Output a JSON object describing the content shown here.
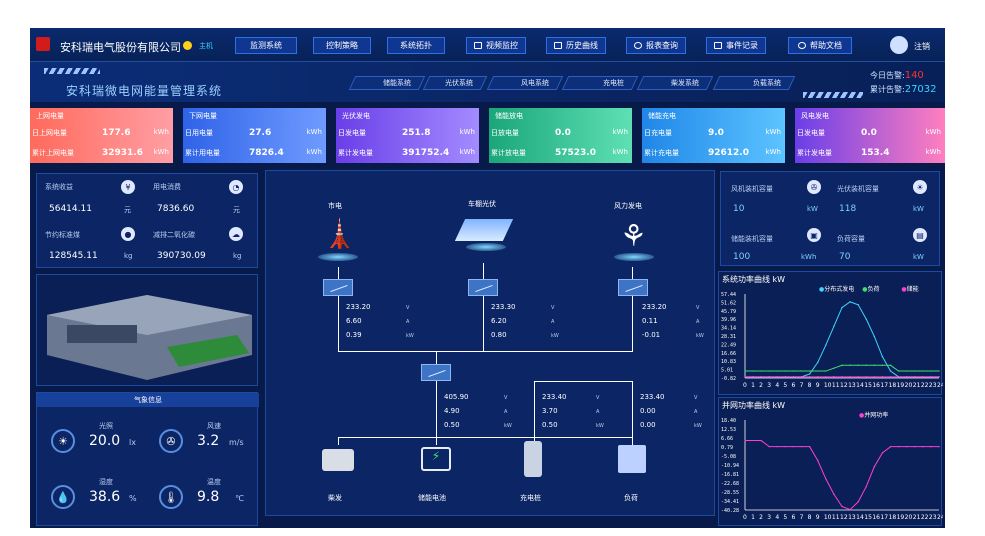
{
  "header": {
    "company": "安科瑞电气股份有限公司",
    "host": "主机",
    "nav": [
      "监测系统",
      "控制策略",
      "系统拓扑",
      "视频监控",
      "历史曲线",
      "报表查询",
      "事件记录",
      "帮助文档"
    ],
    "logout": "注销"
  },
  "title": "安科瑞微电网能量管理系统",
  "subtabs": [
    "储能系统",
    "光伏系统",
    "风电系统",
    "充电桩",
    "柴发系统",
    "负载系统"
  ],
  "alarms": {
    "today_label": "今日告警:",
    "today_value": "140",
    "total_label": "累计告警:",
    "total_value": "27032"
  },
  "cards": [
    {
      "title": "上网电量",
      "r1": {
        "label": "日上网电量",
        "value": "177.6",
        "unit": "kWh"
      },
      "r2": {
        "label": "累计上网电量",
        "value": "32931.6",
        "unit": "kWh"
      }
    },
    {
      "title": "下网电量",
      "r1": {
        "label": "日用电量",
        "value": "27.6",
        "unit": "kWh"
      },
      "r2": {
        "label": "累计用电量",
        "value": "7826.4",
        "unit": "kWh"
      }
    },
    {
      "title": "光伏发电",
      "r1": {
        "label": "日发电量",
        "value": "251.8",
        "unit": "kWh"
      },
      "r2": {
        "label": "累计发电量",
        "value": "391752.4",
        "unit": "kWh"
      }
    },
    {
      "title": "储能放电",
      "r1": {
        "label": "日放电量",
        "value": "0.0",
        "unit": "kWh"
      },
      "r2": {
        "label": "累计放电量",
        "value": "57523.0",
        "unit": "kWh"
      }
    },
    {
      "title": "储能充电",
      "r1": {
        "label": "日充电量",
        "value": "9.0",
        "unit": "kWh"
      },
      "r2": {
        "label": "累计充电量",
        "value": "92612.0",
        "unit": "kWh"
      }
    },
    {
      "title": "风电发电",
      "r1": {
        "label": "日发电量",
        "value": "0.0",
        "unit": "kWh"
      },
      "r2": {
        "label": "累计发电量",
        "value": "153.4",
        "unit": "kWh"
      }
    }
  ],
  "left_stats": [
    {
      "label": "系统收益",
      "value": "56414.11",
      "unit": "元"
    },
    {
      "label": "用电消费",
      "value": "7836.60",
      "unit": "元"
    },
    {
      "label": "节约标准煤",
      "value": "128545.11",
      "unit": "kg"
    },
    {
      "label": "减排二氧化碳",
      "value": "390730.09",
      "unit": "kg"
    }
  ],
  "weather": {
    "title": "气象信息",
    "items": [
      {
        "label": "光照",
        "value": "20.0",
        "unit": "lx"
      },
      {
        "label": "风速",
        "value": "3.2",
        "unit": "m/s"
      },
      {
        "label": "湿度",
        "value": "38.6",
        "unit": "%"
      },
      {
        "label": "温度",
        "value": "9.8",
        "unit": "℃"
      }
    ]
  },
  "topology": {
    "sources": [
      "市电",
      "车棚光伏",
      "风力发电"
    ],
    "sources_data": [
      {
        "v": "233.20",
        "a": "6.60",
        "kw": "0.39"
      },
      {
        "v": "233.30",
        "a": "6.20",
        "kw": "0.80"
      },
      {
        "v": "233.20",
        "a": "0.11",
        "kw": "-0.01"
      }
    ],
    "units": {
      "v": "V",
      "a": "A",
      "kw": "kW"
    },
    "loads_data": [
      {
        "v": "405.90",
        "a": "4.90",
        "kw": "0.50"
      },
      {
        "v": "233.40",
        "a": "3.70",
        "kw": "0.50"
      },
      {
        "v": "233.40",
        "a": "0.00",
        "kw": "0.00"
      }
    ],
    "loads": [
      "柴发",
      "储能电池",
      "充电桩",
      "负荷"
    ]
  },
  "right_stats": [
    {
      "label": "风机装机容量",
      "value": "10",
      "unit": "kW"
    },
    {
      "label": "光伏装机容量",
      "value": "118",
      "unit": "kW"
    },
    {
      "label": "储能装机容量",
      "value": "100",
      "unit": "kWh"
    },
    {
      "label": "负荷容量",
      "value": "70",
      "unit": "kW"
    }
  ],
  "chart_data": [
    {
      "type": "line",
      "title": "系统功率曲线  kW",
      "x": [
        0,
        1,
        2,
        3,
        4,
        5,
        6,
        7,
        8,
        9,
        10,
        11,
        12,
        13,
        14,
        15,
        16,
        17,
        18,
        19,
        20,
        21,
        22,
        23,
        24
      ],
      "ylabels": [
        "57.44",
        "51.62",
        "45.79",
        "39.96",
        "34.14",
        "28.31",
        "22.49",
        "16.66",
        "10.83",
        "5.01",
        "-0.82"
      ],
      "series": [
        {
          "name": "分布式发电",
          "color": "#3fd4ff",
          "values": [
            0,
            0,
            0,
            0,
            0,
            0,
            0,
            0,
            2,
            10,
            22,
            35,
            48,
            52,
            50,
            40,
            28,
            14,
            4,
            0,
            0,
            0,
            0,
            0,
            0
          ]
        },
        {
          "name": "负荷",
          "color": "#3ee06a",
          "values": [
            4,
            4,
            4,
            4,
            4,
            4,
            4,
            4,
            4,
            4,
            4,
            6,
            8,
            8,
            8,
            8,
            8,
            8,
            8,
            4,
            4,
            4,
            4,
            4,
            4
          ]
        },
        {
          "name": "储能",
          "color": "#ff3fd2",
          "values": [
            0,
            0,
            0,
            0,
            0,
            0,
            0,
            0,
            0,
            0,
            0,
            0,
            0,
            0,
            0,
            0,
            0,
            0,
            0,
            0,
            0,
            0,
            0,
            0,
            0
          ]
        }
      ]
    },
    {
      "type": "line",
      "title": "并网功率曲线  kW",
      "x": [
        0,
        1,
        2,
        3,
        4,
        5,
        6,
        7,
        8,
        9,
        10,
        11,
        12,
        13,
        14,
        15,
        16,
        17,
        18,
        19,
        20,
        21,
        22,
        23,
        24
      ],
      "ylabels": [
        "18.40",
        "12.53",
        "6.66",
        "0.79",
        "-5.08",
        "-10.94",
        "-16.81",
        "-22.68",
        "-28.55",
        "-34.41",
        "-40.28"
      ],
      "series": [
        {
          "name": "并网功率",
          "color": "#ff3fd2",
          "values": [
            5,
            5,
            5,
            1,
            1,
            1,
            1,
            1,
            1,
            -8,
            -20,
            -30,
            -38,
            -40,
            -35,
            -25,
            -12,
            -3,
            1,
            1,
            1,
            1,
            1,
            1,
            1
          ]
        }
      ]
    }
  ]
}
